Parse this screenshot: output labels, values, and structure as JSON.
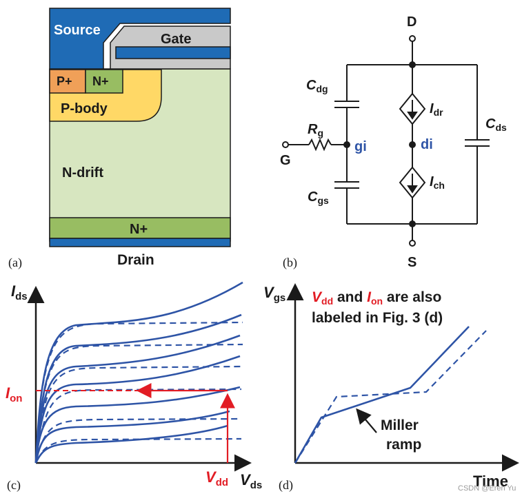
{
  "panel_a": {
    "label": "(a)",
    "source": "Source",
    "gate": "Gate",
    "p_plus": "P+",
    "n_plus_top": "N+",
    "p_body": "P-body",
    "n_drift": "N-drift",
    "n_plus_bottom": "N+",
    "drain": "Drain",
    "colors": {
      "source_metal": "#1f6bb5",
      "gate": "#c9c9c9",
      "p_plus": "#f0a058",
      "n_plus": "#98bd62",
      "p_body": "#ffd866",
      "n_drift": "#d7e6c0"
    }
  },
  "panel_b": {
    "label": "(b)",
    "node_d": "D",
    "node_s": "S",
    "node_g": "G",
    "node_gi": "gi",
    "node_di": "di",
    "cdg": {
      "main": "C",
      "sub": "dg"
    },
    "cgs": {
      "main": "C",
      "sub": "gs"
    },
    "cds": {
      "main": "C",
      "sub": "ds"
    },
    "rg": {
      "main": "R",
      "sub": "g"
    },
    "idr": {
      "main": "I",
      "sub": "dr"
    },
    "ich": {
      "main": "I",
      "sub": "ch"
    }
  },
  "panel_c": {
    "label": "(c)",
    "y_axis": {
      "main": "I",
      "sub": "ds"
    },
    "x_axis": {
      "main": "V",
      "sub": "ds"
    },
    "ion": {
      "main": "I",
      "sub": "on"
    },
    "vdd": {
      "main": "V",
      "sub": "dd"
    }
  },
  "panel_d": {
    "label": "(d)",
    "y_axis": {
      "main": "V",
      "sub": "gs"
    },
    "x_axis": "Time",
    "note_line1_a": "V",
    "note_line1_sub_a": "dd",
    "note_line1_b": " and ",
    "note_line1_c": "I",
    "note_line1_sub_c": "on",
    "note_line1_d": " are also",
    "note_line2": "labeled in Fig. 3 (d)",
    "miller_line1": "Miller",
    "miller_line2": "ramp"
  },
  "watermark": "CSDN @Eren Yu",
  "colors": {
    "curve_blue": "#2e54a6",
    "annotation_red": "#e21c24",
    "wire": "#1a1a1a"
  }
}
